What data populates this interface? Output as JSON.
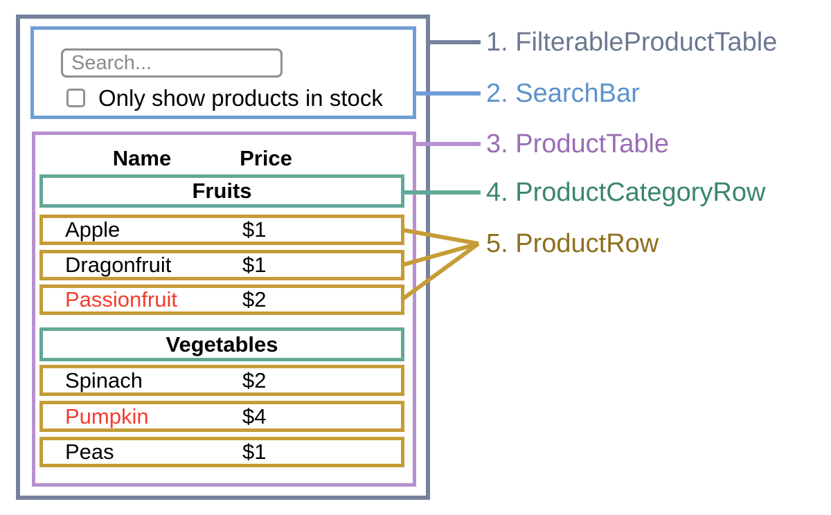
{
  "colors": {
    "slate": "#76819d",
    "blue": "#6f9ed6",
    "purple": "#b791cf",
    "teal": "#62a897",
    "gold": "#c59c37",
    "label_slate": "#6a7890",
    "label_blue": "#5c92cc",
    "label_purple": "#9a6cb5",
    "label_teal": "#3a8570",
    "label_gold": "#8e6f1d",
    "red": "#f43b2d",
    "input_border": "#8e8e8e",
    "placeholder_gray": "#8a8a8a",
    "text_black": "#000000"
  },
  "search_bar": {
    "placeholder": "Search...",
    "checkbox_label": "Only show products in stock"
  },
  "table": {
    "headers": {
      "name": "Name",
      "price": "Price"
    },
    "sections": [
      {
        "category": "Fruits",
        "rows": [
          {
            "name": "Apple",
            "price": "$1",
            "name_color": "#000000"
          },
          {
            "name": "Dragonfruit",
            "price": "$1",
            "name_color": "#000000"
          },
          {
            "name": "Passionfruit",
            "price": "$2",
            "name_color": "#f43b2d"
          }
        ]
      },
      {
        "category": "Vegetables",
        "rows": [
          {
            "name": "Spinach",
            "price": "$2",
            "name_color": "#000000"
          },
          {
            "name": "Pumpkin",
            "price": "$4",
            "name_color": "#f43b2d"
          },
          {
            "name": "Peas",
            "price": "$1",
            "name_color": "#000000"
          }
        ]
      }
    ]
  },
  "legend": [
    {
      "label": "1. FilterableProductTable",
      "color": "#6a7890"
    },
    {
      "label": "2. SearchBar",
      "color": "#5c92cc"
    },
    {
      "label": "3. ProductTable",
      "color": "#9a6cb5"
    },
    {
      "label": "4. ProductCategoryRow",
      "color": "#3a8570"
    },
    {
      "label": "5. ProductRow",
      "color": "#8e6f1d"
    }
  ]
}
